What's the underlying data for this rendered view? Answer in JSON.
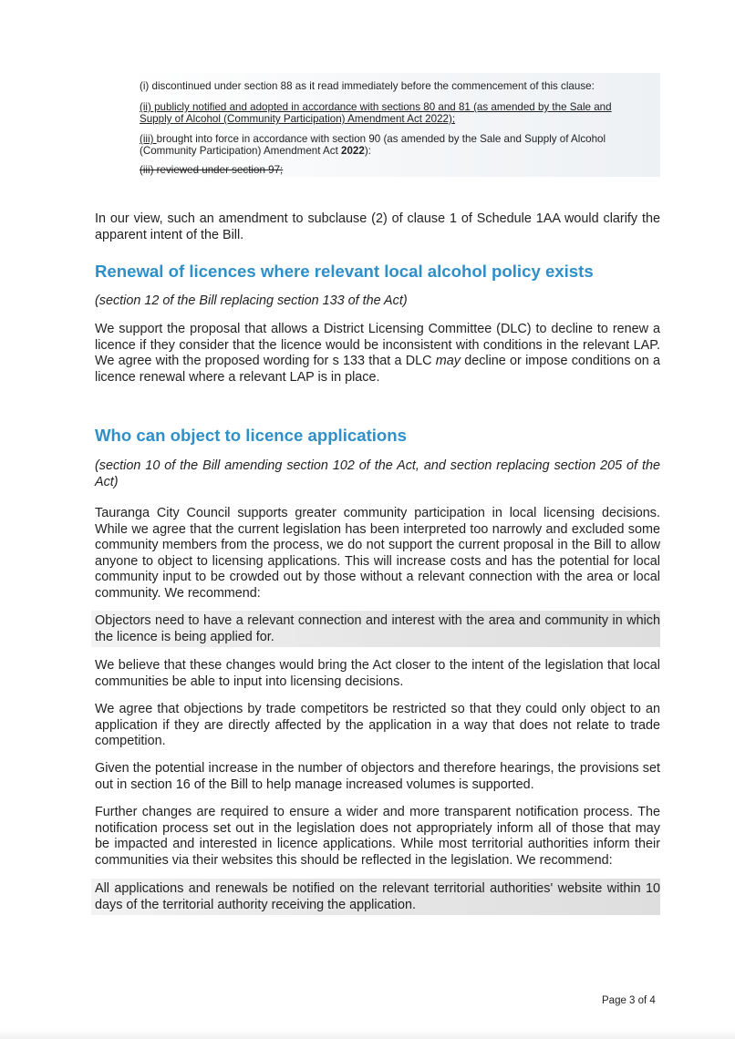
{
  "quote": {
    "line_i": "(i) discontinued under section 88 as it read immediately before the commencement of this clause:",
    "line_ii_a": "(ii) publicly notified and adopted in accordance with sections 80 and 81 (as amended by the Sale and",
    "line_ii_b": "Supply of Alcohol (Community Participation) Amendment Act 2022);",
    "line_iii_num": "(iii) ",
    "line_iii_a": "brought into force in accordance with section 90 (as amended by the Sale and Supply of Alcohol",
    "line_iii_b_pre": "(Community Participation) Amendment Act ",
    "line_iii_b_year": "2022",
    "line_iii_b_post": "):",
    "line_struck": "(iii) reviewed under section 97;"
  },
  "intro": {
    "p1": "In our view, such an amendment to subclause (2) of clause 1 of Schedule 1AA would clarify the apparent intent of the Bill."
  },
  "section1": {
    "heading": "Renewal of licences where relevant local alcohol policy exists",
    "ref": "(section 12 of the Bill replacing section 133 of the Act)",
    "p1_a": "We support the proposal that allows a District Licensing Committee (DLC) to decline to renew a licence if they consider that the licence would be inconsistent with conditions in the relevant LAP. We agree with the proposed wording for s 133 that a DLC ",
    "p1_em": "may",
    "p1_b": " decline or impose conditions on a licence renewal where a relevant LAP is in place."
  },
  "section2": {
    "heading": "Who can object to licence applications",
    "ref": "(section 10 of the Bill amending section 102 of the Act, and section replacing section 205 of the Act)",
    "p1": "Tauranga City Council supports greater community participation in local licensing decisions. While we agree that the current legislation has been interpreted too narrowly and excluded some community members from the process, we do not support the current proposal in the Bill to allow anyone to object to licensing applications. This will increase costs and has the potential for local community input to be crowded out by those without a relevant connection with the area or local community. We recommend:",
    "rec1": "Objectors need to have a relevant connection and interest with the area and community in which the licence is being applied for.",
    "p2": "We believe that these changes would bring the Act closer to the intent of the legislation that local communities be able to input into licensing decisions.",
    "p3": "We agree that objections by trade competitors be restricted so that they could only object to an application if they are directly affected by the application in a way that does not relate to trade competition.",
    "p4": "Given the potential increase in the number of objectors and therefore hearings, the provisions set out in section 16 of the Bill to help manage increased volumes is supported.",
    "p5": "Further changes are required to ensure a wider and more transparent notification process. The notification process set out in the legislation does not appropriately inform all of those that may be impacted and interested in licence applications. While most territorial authorities inform their communities via their websites this should be reflected in the legislation. We recommend:",
    "rec2": "All applications and renewals be notified on the relevant territorial authorities' website within 10 days of the territorial authority receiving the application."
  },
  "footer": {
    "page": "Page 3 of 4"
  }
}
